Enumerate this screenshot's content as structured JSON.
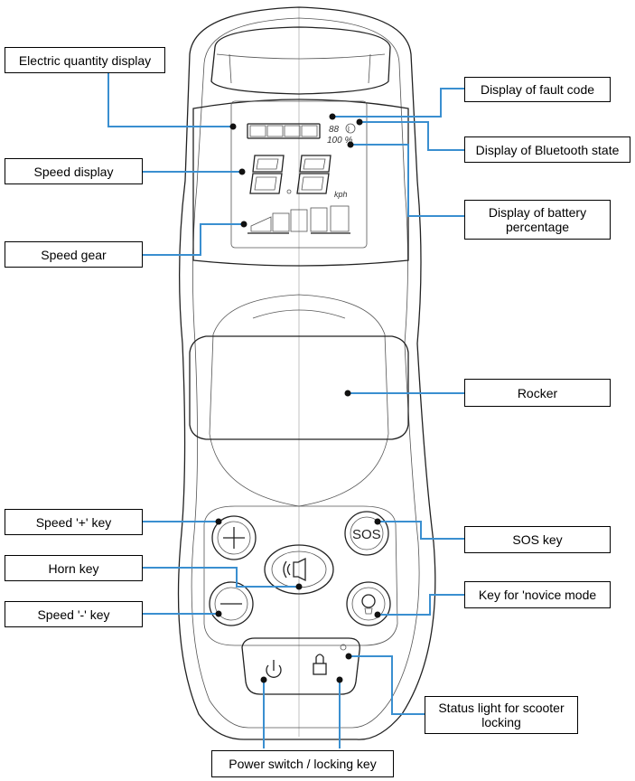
{
  "labels": {
    "electric_quantity": "Electric quantity display",
    "fault_code": "Display of fault code",
    "bluetooth_state": "Display of Bluetooth state",
    "speed_display": "Speed display",
    "battery_percentage": "Display of battery percentage",
    "speed_gear": "Speed gear",
    "rocker": "Rocker",
    "speed_plus_key": "Speed '+' key",
    "sos_key": "SOS key",
    "horn_key": "Horn key",
    "novice_mode_key": "Key for 'novice mode",
    "speed_minus_key": "Speed '-' key",
    "status_light": "Status light for scooter locking",
    "power_switch": "Power switch / locking key"
  },
  "lcd": {
    "fault_code": "88",
    "battery_percent": "100 %",
    "speed_unit": "kph",
    "speed_digits": "88"
  },
  "device": {
    "sos_button_text": "SOS"
  },
  "colors": {
    "leader_line": "#3a8fd0",
    "outline": "#222222",
    "label_border": "#000000"
  }
}
